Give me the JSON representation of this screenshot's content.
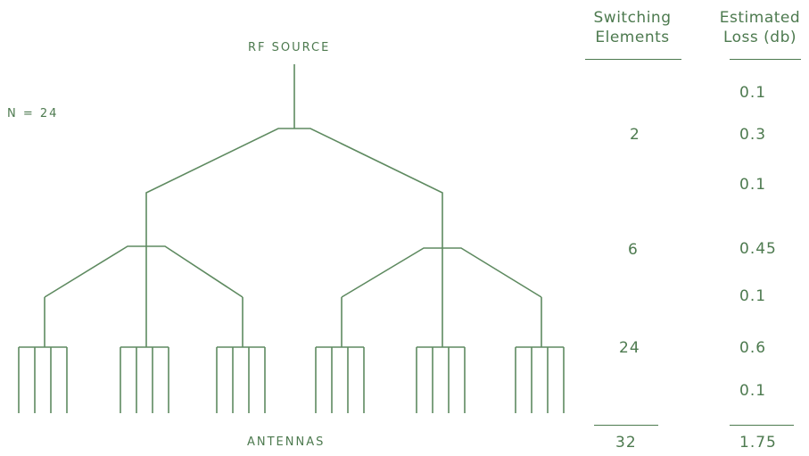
{
  "diagram": {
    "n_label": "N = 24",
    "source_label": "RF SOURCE",
    "antennas_label": "ANTENNAS",
    "line_color": "#5e8a60"
  },
  "table": {
    "col1_header_line1": "Switching",
    "col1_header_line2": "Elements",
    "col2_header_line1": "Estimated",
    "col2_header_line2": "Loss (db)",
    "switching_elements": [
      "2",
      "6",
      "24"
    ],
    "losses": [
      "0.1",
      "0.3",
      "0.1",
      "0.45",
      "0.1",
      "0.6",
      "0.1"
    ],
    "total_elements": "32",
    "total_loss": "1.75"
  }
}
